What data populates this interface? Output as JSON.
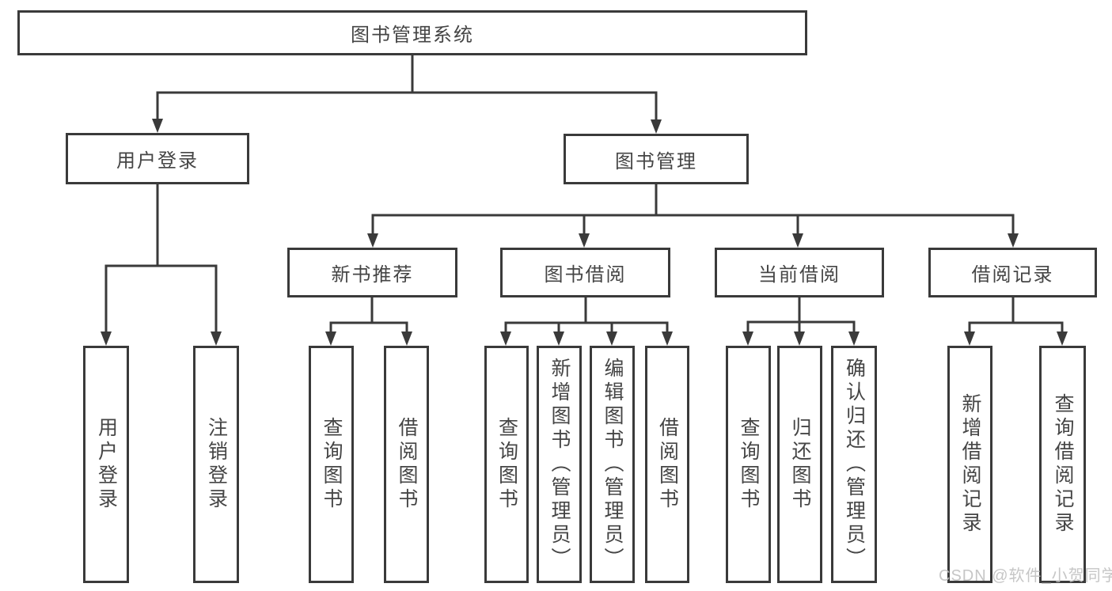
{
  "diagram": {
    "root": {
      "label": "图书管理系统"
    },
    "level2": [
      {
        "label": "用户登录",
        "parent": "图书管理系统"
      },
      {
        "label": "图书管理",
        "parent": "图书管理系统"
      }
    ],
    "level3": [
      {
        "label": "新书推荐",
        "parent": "图书管理"
      },
      {
        "label": "图书借阅",
        "parent": "图书管理"
      },
      {
        "label": "当前借阅",
        "parent": "图书管理"
      },
      {
        "label": "借阅记录",
        "parent": "图书管理"
      }
    ],
    "leaves": [
      {
        "label": "用户登录",
        "parent": "用户登录"
      },
      {
        "label": "注销登录",
        "parent": "用户登录"
      },
      {
        "label": "查询图书",
        "parent": "新书推荐"
      },
      {
        "label": "借阅图书",
        "parent": "新书推荐"
      },
      {
        "label": "查询图书",
        "parent": "图书借阅"
      },
      {
        "label": "新增图书（管理员）",
        "parent": "图书借阅"
      },
      {
        "label": "编辑图书（管理员）",
        "parent": "图书借阅"
      },
      {
        "label": "借阅图书",
        "parent": "图书借阅"
      },
      {
        "label": "查询图书",
        "parent": "当前借阅"
      },
      {
        "label": "归还图书",
        "parent": "当前借阅"
      },
      {
        "label": "确认归还（管理员）",
        "parent": "当前借阅"
      },
      {
        "label": "新增借阅记录",
        "parent": "借阅记录"
      },
      {
        "label": "查询借阅记录",
        "parent": "借阅记录"
      }
    ]
  },
  "watermark": {
    "text": "CSDN @软件_小贺同学"
  },
  "colors": {
    "line": "#3a3a3a",
    "box_border": "#3a3a3a",
    "text": "#454545",
    "background": "#ffffff",
    "watermark": "#c1c1c1"
  }
}
